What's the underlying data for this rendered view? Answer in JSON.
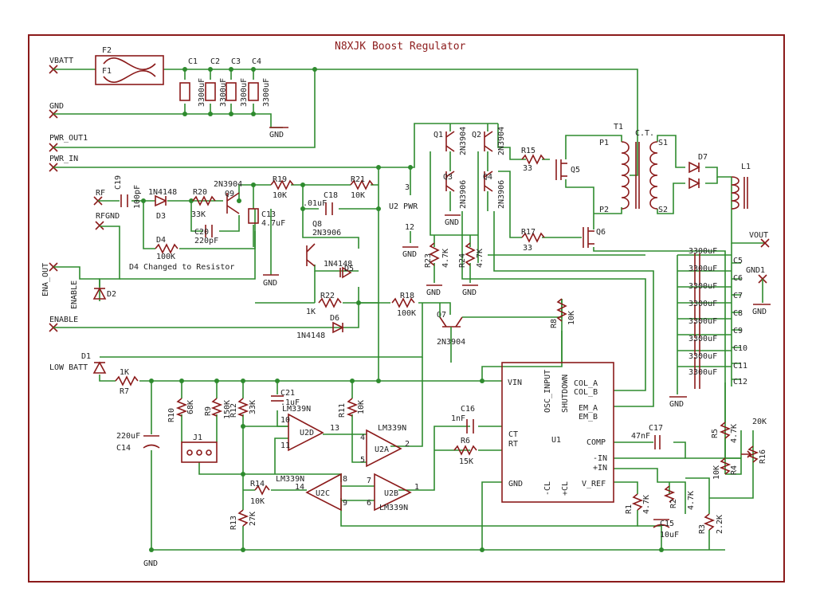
{
  "title": "N8XJK Boost Regulator",
  "colors": {
    "wire": "#2e8b2e",
    "part": "#8b1a1a",
    "background": "#ffffff"
  },
  "ports": {
    "vbatt": "VBATT",
    "gnd": "GND",
    "pwr_out1": "PWR_OUT1",
    "pwr_in": "PWR_IN",
    "rf": "RF",
    "rfgnd": "RFGND",
    "ena_out": "ENA_OUT",
    "enable": "ENABLE",
    "vout": "VOUT",
    "gnd1": "GND1"
  },
  "ground_labels": {
    "gnd": "GND"
  },
  "fuses": {
    "f1": "F1",
    "f2": "F2"
  },
  "bulk_caps": {
    "c1": "C1",
    "c2": "C2",
    "c3": "C3",
    "c4": "C4",
    "value": "3300uF"
  },
  "output_caps": {
    "refs": [
      "C5",
      "C6",
      "C7",
      "C8",
      "C9",
      "C10",
      "C11",
      "C12"
    ],
    "value": "3300uF"
  },
  "transistors": {
    "q1": "Q1",
    "q2": "Q2",
    "q3": "Q3",
    "q4": "Q4",
    "q5": "Q5",
    "q6": "Q6",
    "q7": "Q7",
    "q8": "Q8",
    "q9": "Q9",
    "n2n3904": "2N3904",
    "p2n3906": "2N3906"
  },
  "transformer": {
    "t1": "T1",
    "ct": "C.T.",
    "p1": "P1",
    "p2": "P2",
    "s1": "S1",
    "s2": "S2"
  },
  "diodes": {
    "d1": "D1",
    "d2": "D2",
    "d3": "D3",
    "d4": "D4",
    "d5": "D5",
    "d6": "D6",
    "d7": "D7",
    "n4148": "1N4148"
  },
  "inductor": {
    "l1": "L1"
  },
  "resistors": {
    "r1": "R1",
    "r1v": "4.7K",
    "r2": "R2",
    "r2v": "4.7K",
    "r3": "R3",
    "r3v": "2.2K",
    "r4": "R4",
    "r4v": "10K",
    "r5": "R5",
    "r5v": "4.7K",
    "r6": "R6",
    "r6v": "15K",
    "r7": "R7",
    "r7v": "1K",
    "r8": "R8",
    "r8v": "10K",
    "r9": "R9",
    "r9v": "150K",
    "r10": "R10",
    "r10v": "68K",
    "r11": "R11",
    "r11v": "10K",
    "r12": "R12",
    "r12v": "33K",
    "r13": "R13",
    "r13v": "27K",
    "r14": "R14",
    "r14v": "10K",
    "r15": "R15",
    "r15v": "33",
    "r16": "R16",
    "r16v": "20K",
    "r17": "R17",
    "r17v": "33",
    "r18": "R18",
    "r18v": "100K",
    "r19": "R19",
    "r19v": "10K",
    "r20": "R20",
    "r20v": "33K",
    "r21": "R21",
    "r21v": "10K",
    "r22": "R22",
    "r22v": "1K",
    "r23": "R23",
    "r23v": "4.7K",
    "r24": "R24",
    "r24v": "4.7K",
    "d4v": "100K"
  },
  "caps": {
    "c13": "C13",
    "c13v": "4.7uF",
    "c14": "C14",
    "c14v": "220uF",
    "c15": "C15",
    "c15v": "10uF",
    "c16": "C16",
    "c16v": "1nF",
    "c17": "C17",
    "c17v": "47nF",
    "c18": "C18",
    "c18v": ".01uF",
    "c19": "C19",
    "c19v": "100pF",
    "c20": "C20",
    "c20v": "220pF",
    "c21": "C21",
    "c21v": ".1uF"
  },
  "opamps": {
    "u2a": "U2A",
    "u2b": "U2B",
    "u2c": "U2C",
    "u2d": "U2D",
    "part": "LM339N"
  },
  "u2_power": {
    "label": "U2 PWR",
    "pin_top": "3",
    "pin_bottom": "12"
  },
  "ic_u1": {
    "ref": "U1",
    "vin": "VIN",
    "gnd": "GND",
    "ct": "CT",
    "rt": "RT",
    "comp": "COMP",
    "inm": "-IN",
    "inp": "+IN",
    "v_ref": "V_REF",
    "col_a": "COL_A",
    "col_b": "COL_B",
    "em_a": "EM_A",
    "em_b": "EM_B",
    "osc": "OSC_INPUT",
    "shutdown": "SHUTDOWN",
    "cl_minus": "-CL",
    "cl_plus": "+CL"
  },
  "connector_j1": "J1",
  "note": "D4 Changed to Resistor",
  "low_batt": "LOW BATT",
  "pins": {
    "p10": "10",
    "p11": "11",
    "p13": "13",
    "p4": "4",
    "p5": "5",
    "p2": "2",
    "p14": "14",
    "p8": "8",
    "p9": "9",
    "p7": "7",
    "p6": "6",
    "p1": "1"
  }
}
